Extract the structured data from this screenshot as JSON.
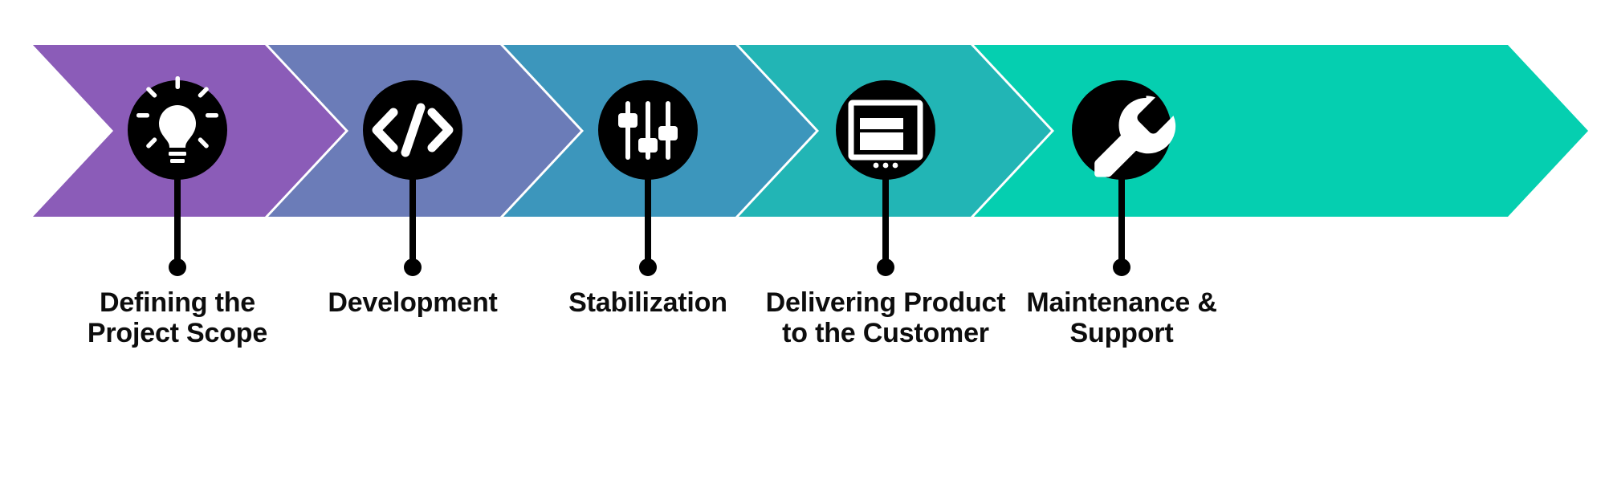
{
  "diagram": {
    "type": "process-chevron",
    "title": "",
    "orientation": "horizontal",
    "background_color": "#ffffff",
    "separator_color": "#ffffff",
    "connector_color": "#000000",
    "badge_color": "#000000",
    "icon_color": "#ffffff",
    "label_color": "#0d0d0d",
    "step_count": 5
  },
  "steps": [
    {
      "index": "1",
      "label_line1": "Defining the",
      "label_line2": "Project Scope",
      "color": "#8B5CB8",
      "icon": "lightbulb-icon"
    },
    {
      "index": "2",
      "label_line1": "Development",
      "label_line2": "",
      "color": "#6B7CB8",
      "icon": "code-icon"
    },
    {
      "index": "3",
      "label_line1": "Stabilization",
      "label_line2": "",
      "color": "#3C96BC",
      "icon": "sliders-icon"
    },
    {
      "index": "4",
      "label_line1": "Delivering Product",
      "label_line2": "to the Customer",
      "color": "#22B5B5",
      "icon": "presentation-monitor-icon"
    },
    {
      "index": "5",
      "label_line1": "Maintenance &",
      "label_line2": "Support",
      "color": "#05CFB0",
      "icon": "wrench-icon"
    }
  ]
}
